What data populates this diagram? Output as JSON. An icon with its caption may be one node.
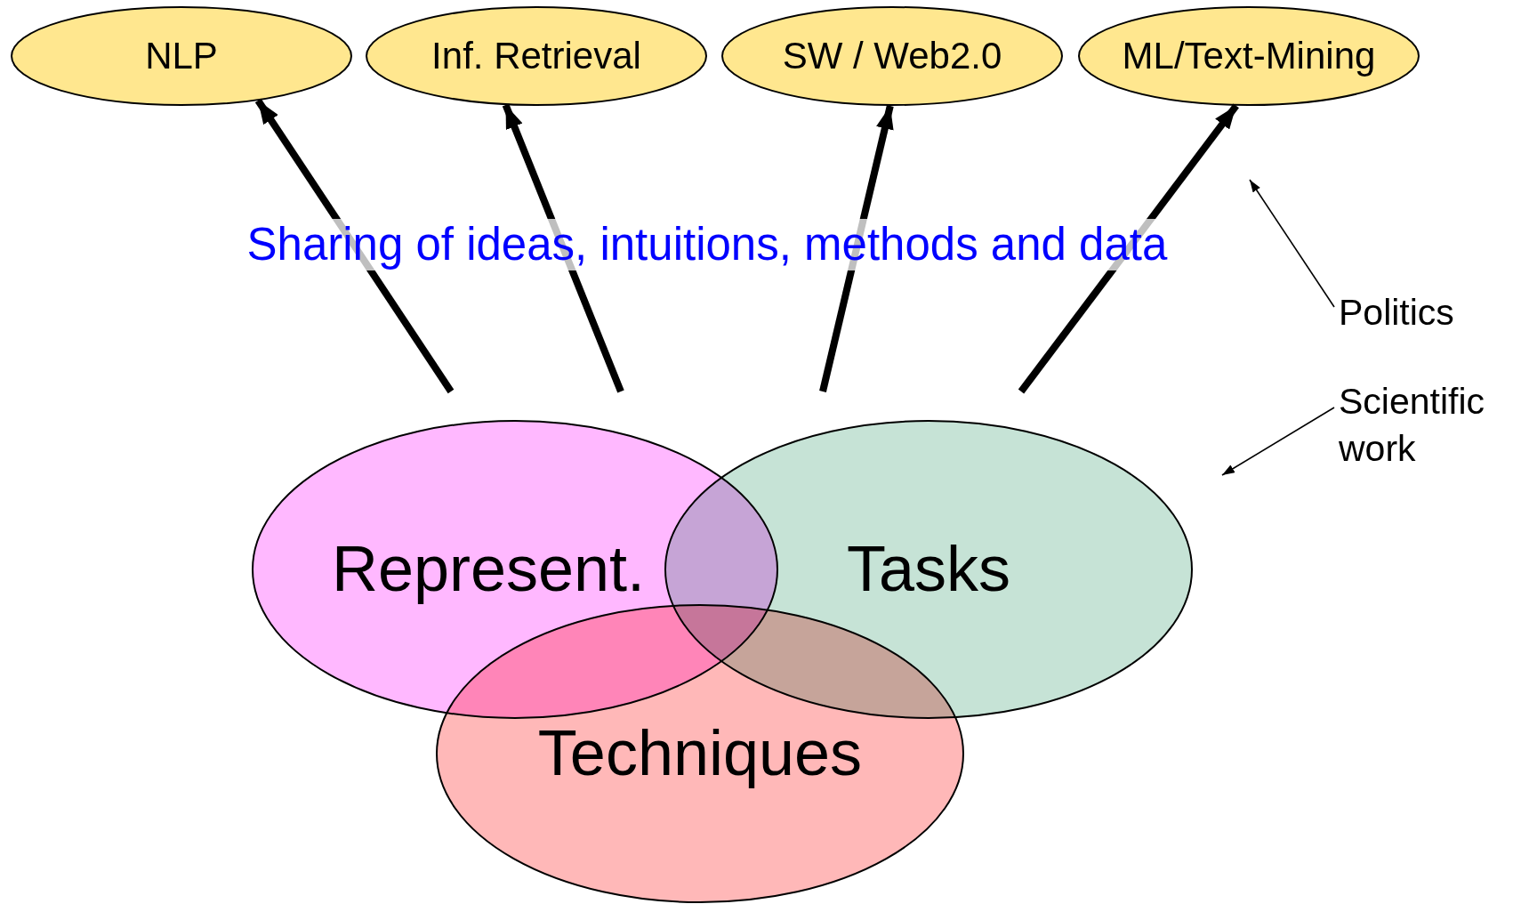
{
  "diagram": {
    "nodes": [
      {
        "text": [
          "NLP"
        ]
      },
      {
        "text": [
          "Inf. Retrieval"
        ]
      },
      {
        "text": [
          "SW / Web2.0"
        ]
      },
      {
        "text": [
          "ML/Text-Mining"
        ]
      },
      {
        "text": [
          "Represent."
        ]
      },
      {
        "text": [
          "Tasks"
        ]
      },
      {
        "text": [
          "Techniques"
        ]
      },
      {
        "text": [
          "Politics"
        ]
      },
      {
        "text": [
          "Scientific work"
        ]
      }
    ],
    "edges": [
      {
        "from": null,
        "to": 0,
        "arrow": "to"
      },
      {
        "from": null,
        "to": 1,
        "arrow": "to"
      },
      {
        "from": null,
        "to": 2,
        "arrow": "to"
      },
      {
        "from": null,
        "to": 3,
        "arrow": "to"
      },
      {
        "from": 7,
        "to": null,
        "arrow": "to"
      },
      {
        "from": 8,
        "to": null,
        "arrow": "to"
      }
    ],
    "labels": [
      "Sharing of ideas, intuitions, methods and data"
    ]
  }
}
